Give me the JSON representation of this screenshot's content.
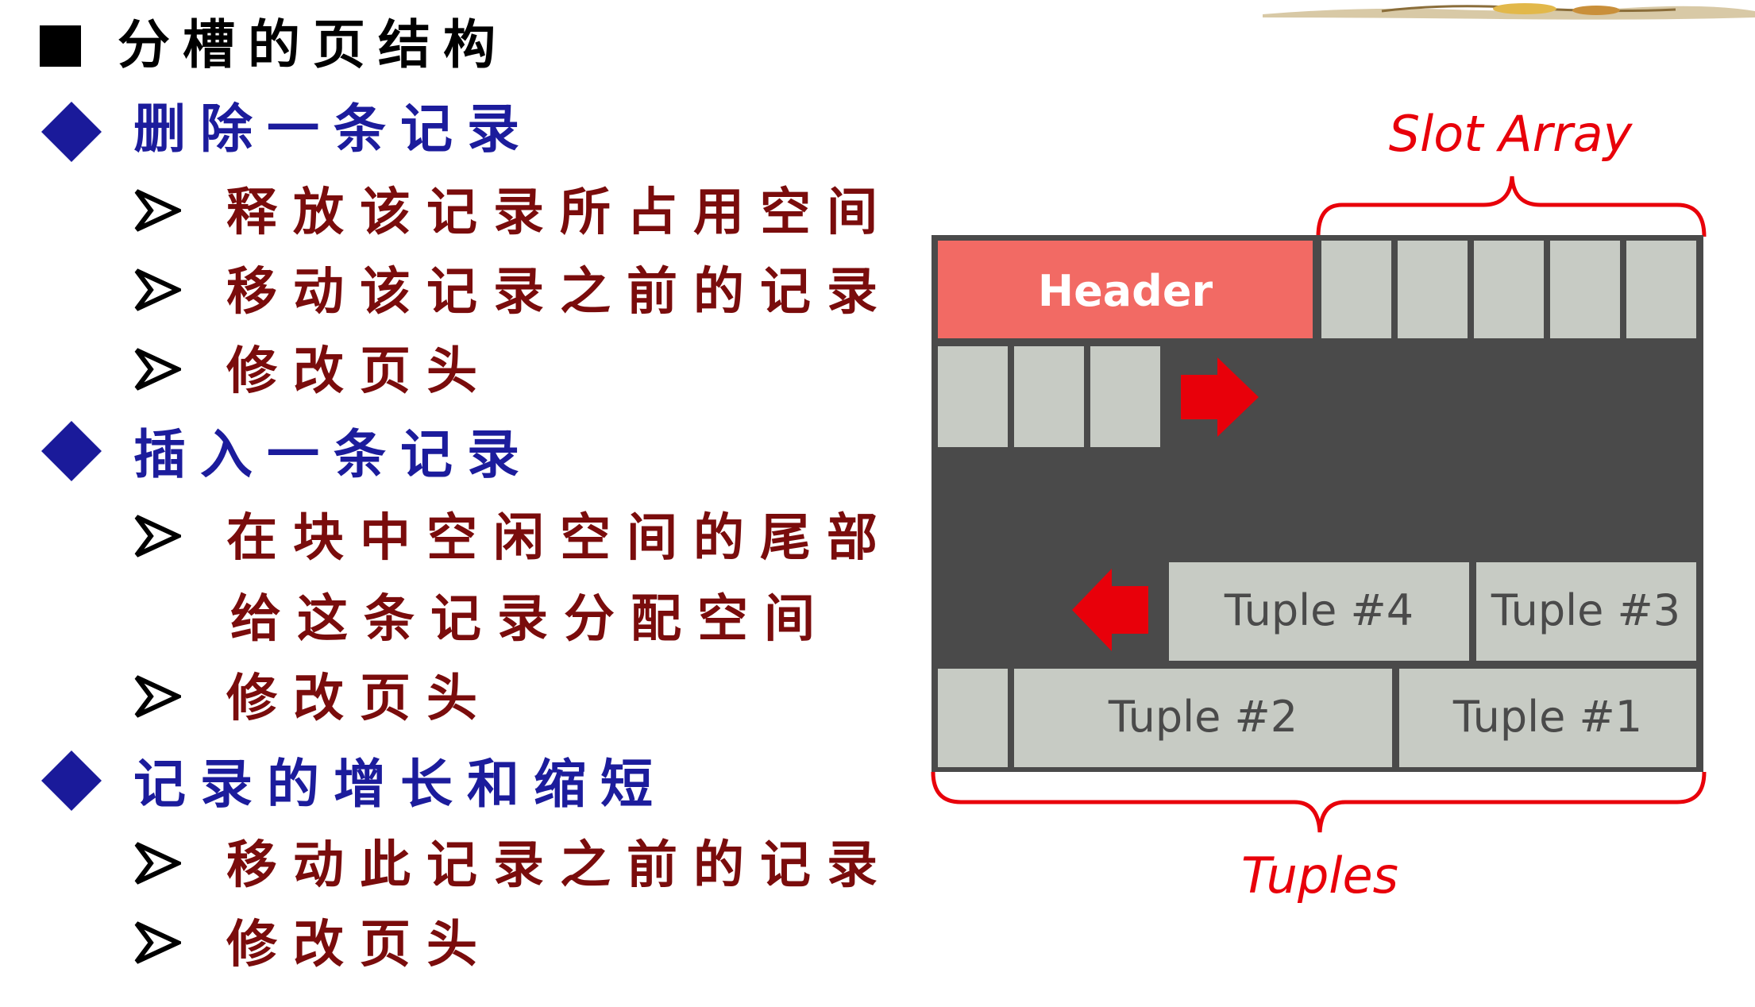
{
  "outline": {
    "title": "分槽的页结构",
    "sections": [
      {
        "heading": "删除一条记录",
        "items": [
          "释放该记录所占用空间",
          "移动该记录之前的记录",
          "修改页头"
        ]
      },
      {
        "heading": "插入一条记录",
        "items": [
          "在块中空闲空间的尾部",
          "给这条记录分配空间",
          "修改页头"
        ]
      },
      {
        "heading": "记录的增长和缩短",
        "items": [
          "移动此记录之前的记录",
          "修改页头"
        ]
      }
    ]
  },
  "diagram": {
    "slot_array_label": "Slot Array",
    "header_label": "Header",
    "tuples_label": "Tuples",
    "tuple_4": "Tuple #4",
    "tuple_3": "Tuple #3",
    "tuple_2": "Tuple #2",
    "tuple_1": "Tuple #1"
  },
  "colors": {
    "header_fill": "#f26a64",
    "slot_fill": "#c7cbc4",
    "page_bg": "#4a4a4a",
    "accent_red": "#e8000a",
    "heading_blue": "#1c1c9c",
    "item_darkred": "#7a0c0c"
  }
}
